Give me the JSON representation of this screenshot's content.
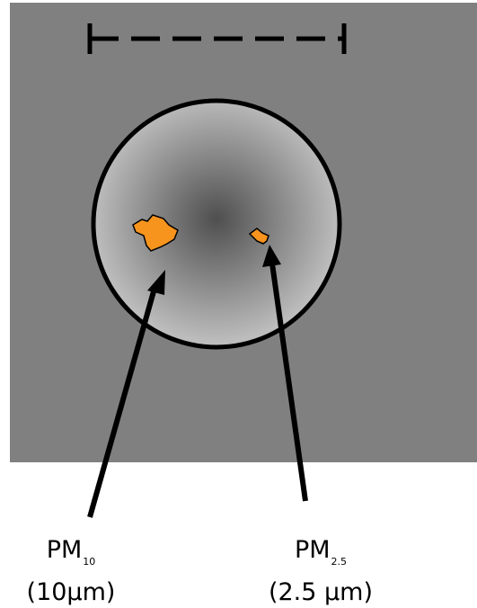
{
  "colors": {
    "panel": "#808080",
    "background": "#ffffff",
    "circle_edge": "#bdbdbd",
    "circle_center": "#4f4f4f",
    "particle_fill": "#f7941d",
    "ink": "#000000"
  },
  "scale_bar": {
    "style": "dashed"
  },
  "particles": {
    "pm10": {
      "main": "PM",
      "sub": "10",
      "size": "(10µm)"
    },
    "pm25": {
      "main": "PM",
      "sub": "2.5",
      "size": "(2.5 µm)"
    }
  }
}
